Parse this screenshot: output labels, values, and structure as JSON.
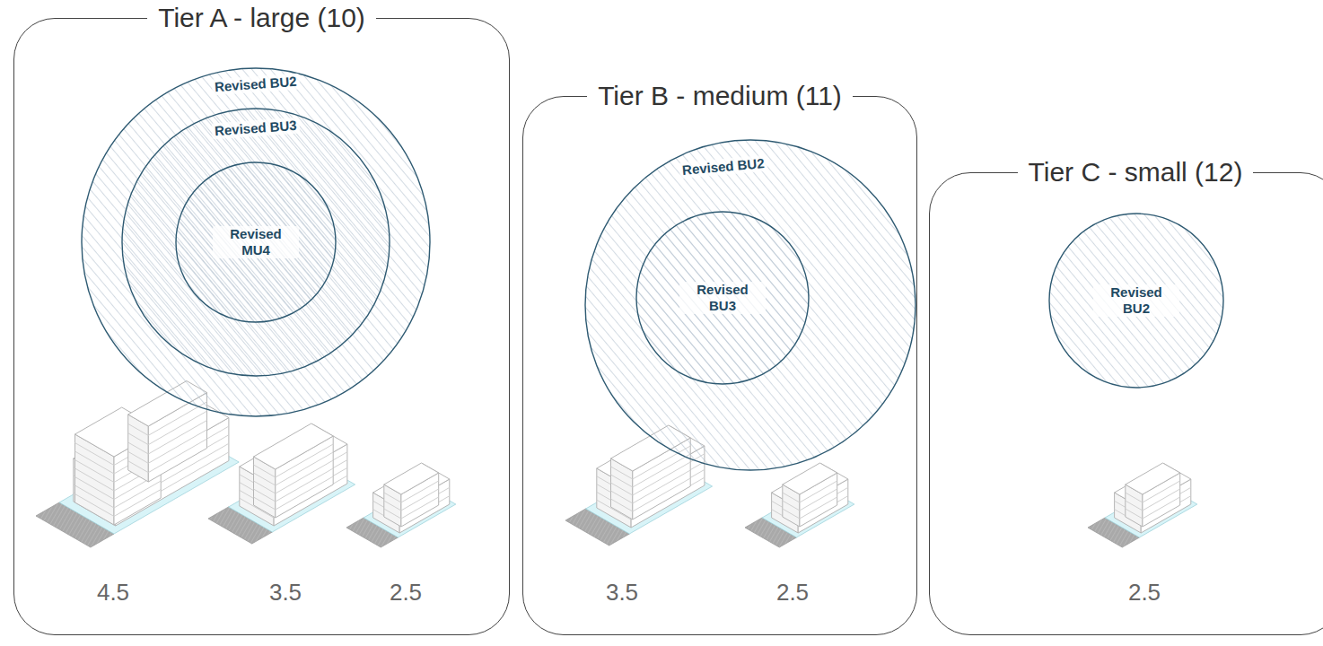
{
  "diagram": {
    "nodes": [
      {
        "text": [
          "Tier A - large (10)"
        ]
      },
      {
        "text": [
          "Revised BU2"
        ],
        "in": 0
      },
      {
        "text": [
          "Revised BU3"
        ],
        "in": 1
      },
      {
        "text": [
          "Revised MU4"
        ],
        "in": 2
      },
      {
        "text": [
          "Tier B - medium (11)"
        ]
      },
      {
        "text": [
          "Revised BU2"
        ],
        "in": 4
      },
      {
        "text": [
          "Revised BU3"
        ],
        "in": 5
      },
      {
        "text": [
          "Tier C - small (12)"
        ]
      },
      {
        "text": [
          "Revised BU2"
        ],
        "in": 7
      }
    ],
    "labels": [
      "4.5",
      "3.5",
      "2.5",
      "3.5",
      "2.5",
      "2.5"
    ]
  }
}
